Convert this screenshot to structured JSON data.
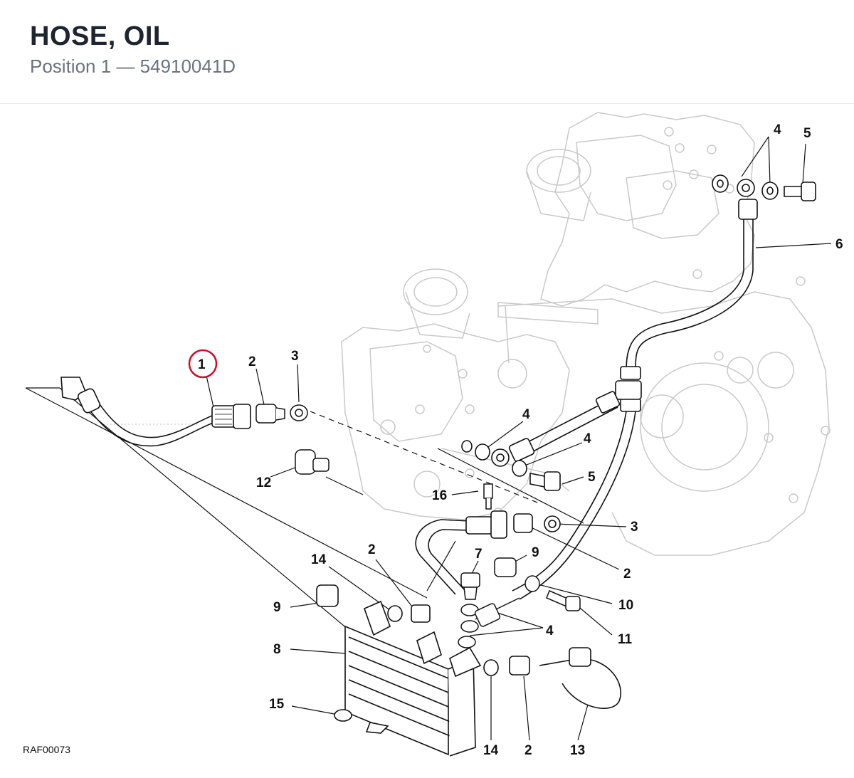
{
  "header": {
    "title": "HOSE, OIL",
    "subtitle": "Position 1 — 54910041D"
  },
  "diagram": {
    "highlight_color": "#c8102e",
    "callouts": [
      "1",
      "2",
      "3",
      "12",
      "16",
      "4",
      "4",
      "5",
      "3",
      "2",
      "7",
      "9",
      "10",
      "11",
      "4",
      "14",
      "2",
      "9",
      "8",
      "15",
      "14",
      "2",
      "13",
      "4",
      "5",
      "6"
    ],
    "drawing_code": "RAF00073"
  }
}
